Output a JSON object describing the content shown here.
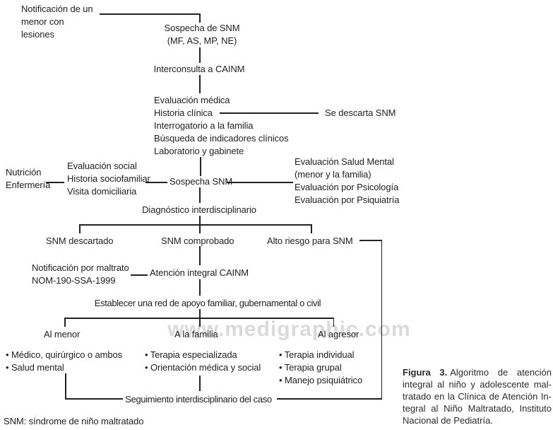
{
  "diagram": {
    "notificacion_menor": [
      "Notificación de un",
      "menor con",
      "lesiones"
    ],
    "sospecha_snm": [
      "Sospecha de SNM",
      "(MF, AS, MP, NE)"
    ],
    "interconsulta": "Interconsulta a CAINM",
    "evaluacion_medica": [
      "Evaluación médica",
      "Historia clínica",
      "Interrogatorio a la familia",
      "Búsqueda de indicadores clínicos",
      "Laboratorio y gabinete"
    ],
    "se_descarta": "Se descarta SNM",
    "apoyo_izquierdo": [
      "Nutrición",
      "Enfermería"
    ],
    "evaluacion_social": [
      "Evaluación social",
      "Historia sociofamiliar",
      "Visita domiciliaria"
    ],
    "sospecha_snm_2": "Sospecha SNM",
    "evaluacion_salud_mental": [
      "Evaluación Salud Mental",
      "(menor y la familia)",
      "Evaluación por Psicología",
      "Evaluación por Psiquiatría"
    ],
    "diagnostico": "Diagnóstico interdisciplinario",
    "snm_descartado": "SNM descartado",
    "snm_comprobado": "SNM comprobado",
    "alto_riesgo": "Alto riesgo para SNM",
    "notificacion_maltrato": [
      "Notificación por maltrato",
      "NOM-190-SSA-1999"
    ],
    "atencion_integral": "Atención integral CAINM",
    "red_apoyo": "Establecer una red de apoyo familiar, gubernamental o civil",
    "al_menor": "Al menor",
    "a_la_familia": "A la familia",
    "al_agresor": "Al agresor",
    "acciones_menor": [
      "• Médico, quirúrgico o ambos",
      "• Salud mental"
    ],
    "acciones_familia": [
      "• Terapia especializada",
      "• Orientación médica y social"
    ],
    "acciones_agresor": [
      "• Terapia individual",
      "• Terapia grupal",
      "• Manejo psiquiátrico"
    ],
    "seguimiento": "Seguimiento interdisciplinario del caso",
    "footnote": "SNM: síndrome de niño maltratado",
    "watermark": "www.medigraphic.com"
  },
  "caption": {
    "label": "Figura 3.",
    "line_1": "Algoritmo de atención",
    "line_2": "integral al niño y adolescente mal-",
    "line_3": "tratado en la Clínica de Atención In-",
    "line_4": "tegral al Niño Maltratado, Instituto",
    "line_5": "Nacional de Pediatría."
  },
  "colors": {
    "line": "#222222",
    "text": "#222222",
    "watermark": "#dadada"
  }
}
